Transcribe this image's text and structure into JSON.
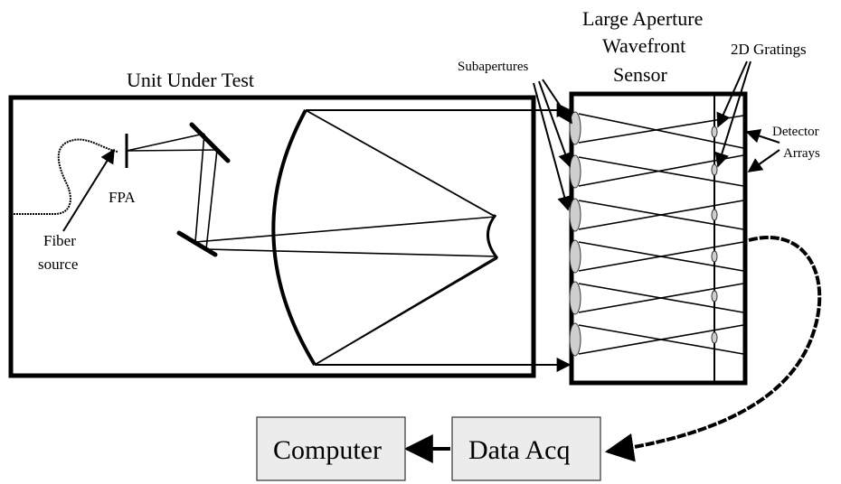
{
  "labels": {
    "unit_under_test": "Unit Under Test",
    "sensor_line1": "Large Aperture",
    "sensor_line2": "Wavefront",
    "sensor_line3": "Sensor",
    "subapertures": "Subapertures",
    "gratings": "2D Gratings",
    "detector_line1": "Detector",
    "detector_line2": "Arrays",
    "fpa": "FPA",
    "fiber_line1": "Fiber",
    "fiber_line2": "source",
    "computer": "Computer",
    "data_acq": "Data Acq"
  },
  "colors": {
    "line": "#000000",
    "box_fill": "#ececec",
    "lenslet_fill": "#cfcfcf"
  }
}
